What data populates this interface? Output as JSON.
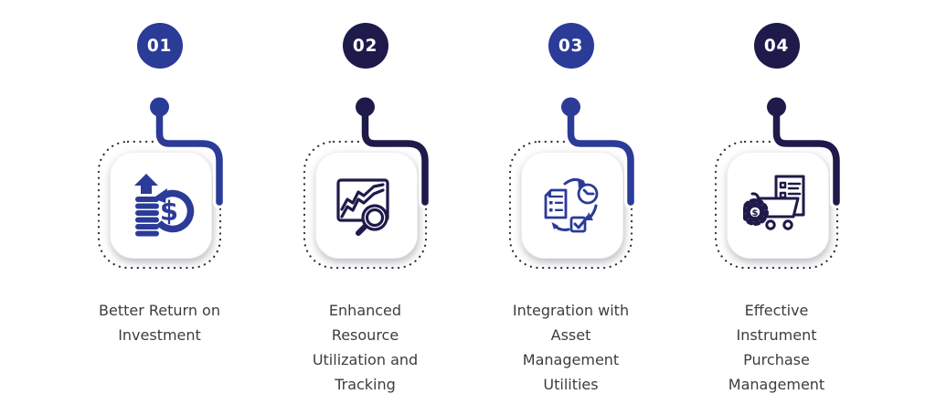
{
  "infographic": {
    "background": "#ffffff",
    "dotted_border_color": "#2b2b2b",
    "label_text_color": "#3d3d3d",
    "theme_colors": {
      "blue": "#2b3b98",
      "navy": "#1e1a4a"
    },
    "items": [
      {
        "number": "01",
        "theme": "blue",
        "icon": "coin-stack-growth-dollar-cycle-icon",
        "label_lines": [
          "Better Return on",
          "Investment"
        ]
      },
      {
        "number": "02",
        "theme": "navy",
        "icon": "chart-magnifier-icon",
        "label_lines": [
          "Enhanced",
          "Resource",
          "Utilization and",
          "Tracking"
        ]
      },
      {
        "number": "03",
        "theme": "blue",
        "icon": "document-clock-checkbox-cycle-icon",
        "label_lines": [
          "Integration with",
          "Asset",
          "Management",
          "Utilities"
        ]
      },
      {
        "number": "04",
        "theme": "navy",
        "icon": "gear-dollar-shopping-cart-icon",
        "label_lines": [
          "Effective",
          "Instrument",
          "Purchase",
          "Management"
        ]
      }
    ]
  }
}
